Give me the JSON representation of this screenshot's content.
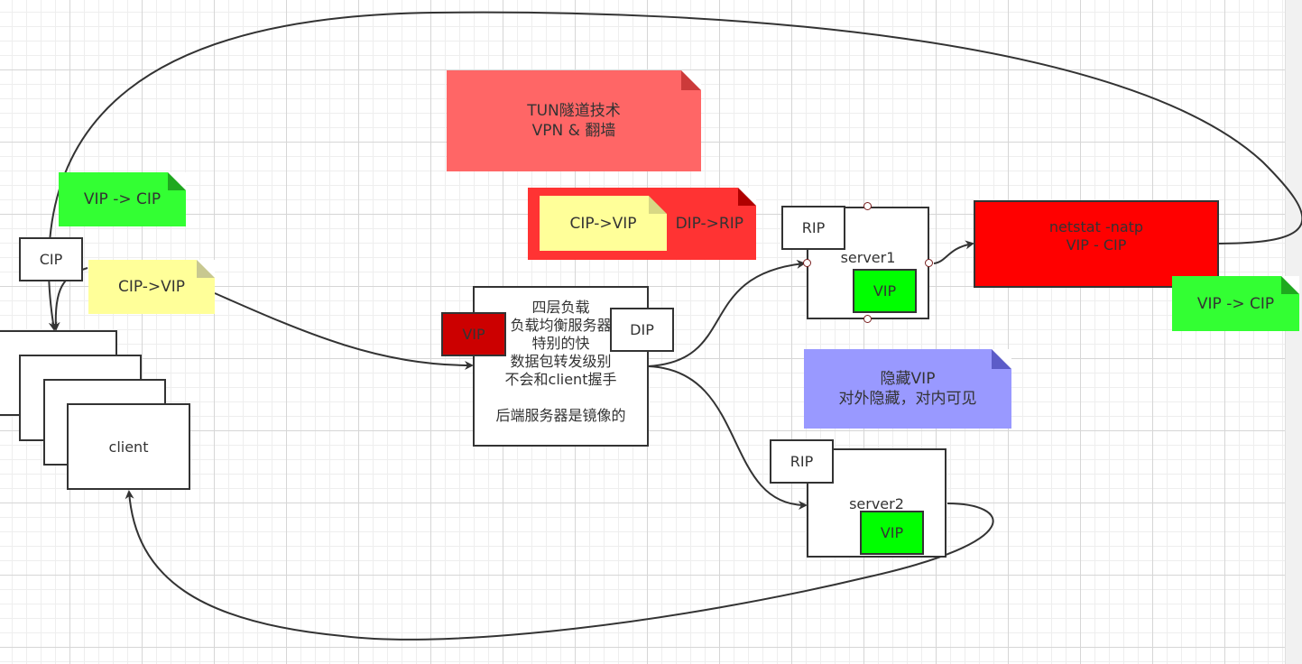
{
  "colors": {
    "stroke": "#333333",
    "note_red_light": "#ff6666",
    "note_red": "#ff3333",
    "note_yellow": "#ffff99",
    "note_green": "#33ff33",
    "note_purple": "#9999ff",
    "vip_dark_red": "#cc0000",
    "vip_green": "#00ff00",
    "netstat_red": "#ff0000"
  },
  "notes": {
    "tun": "TUN隧道技术\nVPN  &  翻墙",
    "dip_rip": "DIP->RIP",
    "cip_vip_inner": "CIP->VIP",
    "vip_cip_left": "VIP -> CIP",
    "cip_vip_left": "CIP->VIP",
    "vip_cip_right": "VIP -> CIP",
    "hidden_vip": "隐藏VIP\n对外隐藏，对内可见"
  },
  "client": {
    "label": "client",
    "cip": "CIP"
  },
  "load_balancer": {
    "text": "四层负载\n负载均衡服务器\n特别的快\n数据包转发级别\n不会和client握手\n\n后端服务器是镜像的",
    "vip": "VIP",
    "dip": "DIP"
  },
  "server1": {
    "label": "server1",
    "rip": "RIP",
    "vip": "VIP"
  },
  "server2": {
    "label": "server2",
    "rip": "RIP",
    "vip": "VIP"
  },
  "netstat": {
    "text": "netstat -natp\nVIP - CIP"
  }
}
